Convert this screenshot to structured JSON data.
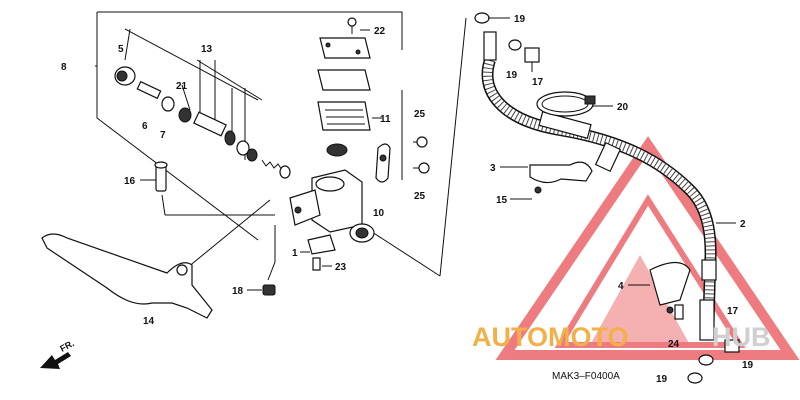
{
  "diagram": {
    "labels": [
      {
        "id": "l8",
        "text": "8"
      },
      {
        "id": "l5",
        "text": "5"
      },
      {
        "id": "l13",
        "text": "13"
      },
      {
        "id": "l21",
        "text": "21"
      },
      {
        "id": "l6",
        "text": "6"
      },
      {
        "id": "l7",
        "text": "7"
      },
      {
        "id": "l22",
        "text": "22"
      },
      {
        "id": "l11",
        "text": "11"
      },
      {
        "id": "l25a",
        "text": "25"
      },
      {
        "id": "l25b",
        "text": "25"
      },
      {
        "id": "l10",
        "text": "10"
      },
      {
        "id": "l16",
        "text": "16"
      },
      {
        "id": "l1",
        "text": "1"
      },
      {
        "id": "l23",
        "text": "23"
      },
      {
        "id": "l18",
        "text": "18"
      },
      {
        "id": "l14",
        "text": "14"
      },
      {
        "id": "l19a",
        "text": "19"
      },
      {
        "id": "l19b",
        "text": "19"
      },
      {
        "id": "l17a",
        "text": "17"
      },
      {
        "id": "l20",
        "text": "20"
      },
      {
        "id": "l3",
        "text": "3"
      },
      {
        "id": "l15",
        "text": "15"
      },
      {
        "id": "l2",
        "text": "2"
      },
      {
        "id": "l4",
        "text": "4"
      },
      {
        "id": "l17b",
        "text": "17"
      },
      {
        "id": "l24",
        "text": "24"
      },
      {
        "id": "l19c",
        "text": "19"
      },
      {
        "id": "l19d",
        "text": "19"
      }
    ],
    "direction_label": "FR.",
    "diagram_code": "MAK3–F0400A",
    "watermark": {
      "text_part1": "AUTOMOTO",
      "text_part2": "HUB",
      "color_part1": "#f2b04a",
      "color_part2": "#d9d9d9",
      "logo_color": "#e8444a"
    }
  }
}
